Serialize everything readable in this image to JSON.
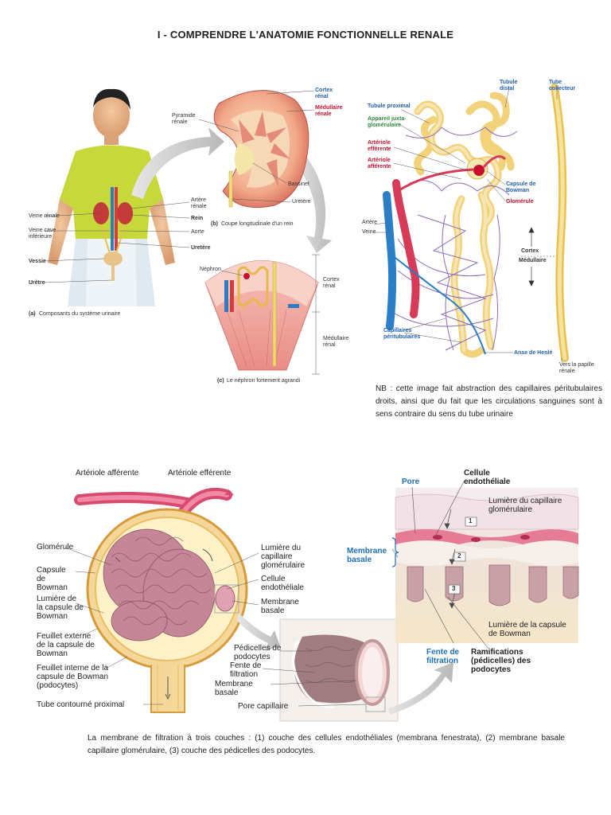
{
  "title": "I - COMPRENDRE L'ANATOMIE FONCTIONNELLE RENALE",
  "fig_a": {
    "caption_letter": "(a)",
    "caption": "Composants du système urinaire",
    "labels": {
      "veine_renale": "Veine rénale",
      "veine_cave": "Veine cave inférieure",
      "vessie": "Vessie",
      "uretre": "Urètre",
      "artere_renale": "Artère rénale",
      "rein": "Rein",
      "aorte": "Aorte",
      "uretere": "Uretère"
    }
  },
  "fig_b": {
    "caption_letter": "(b)",
    "caption": "Coupe longitudinale d'un rein",
    "labels": {
      "pyramide": "Pyramide rénale",
      "cortex": "Cortex rénal",
      "medullaire": "Médullaire rénale",
      "bassinet": "Bassinet",
      "uretere": "Uretère"
    }
  },
  "fig_c": {
    "caption_letter": "(c)",
    "caption": "Le néphron fortement agrandi",
    "labels": {
      "nephron": "Néphron",
      "cortex": "Cortex rénal",
      "medullaire": "Médullaire rénal"
    }
  },
  "fig_d": {
    "labels": {
      "tubule_proximal": "Tubule proximal",
      "appareil": "Appareil juxta-glomérulaire",
      "arteriole_eff": "Artériole efférente",
      "arteriole_aff": "Artériole afférente",
      "artere": "Artère",
      "veine": "Veine",
      "capillaires": "Capillaires péritubulaires",
      "tubule_distal": "Tubule distal",
      "tube_collecteur": "Tube collecteur",
      "capsule": "Capsule de Bowman",
      "glomerule": "Glomérule",
      "cortex": "Cortex",
      "medullaire": "Médullaire",
      "anse": "Anse de Henlé",
      "papille": "Vers la papille rénale"
    }
  },
  "note": "NB : cette image fait abstraction des capillaires péritubulaires droits, ainsi que du fait que les circulations sanguines sont à sens contraire du sens du tube urinaire",
  "fig_e": {
    "labels": {
      "arteriole_aff": "Artériole afférente",
      "arteriole_eff": "Artériole efférente",
      "glomerule": "Glomérule",
      "capsule": "Capsule de Bowman",
      "lumiere_capsule": "Lumière de la capsule de Bowman",
      "feuillet_externe": "Feuillet externe de la capsule de Bowman",
      "feuillet_interne": "Feuillet interne de la capsule de Bowman (podocytes)",
      "tube_proximal": "Tube contourné proximal",
      "lumiere_capillaire": "Lumière du capillaire glomérulaire",
      "cellule_endo": "Cellule endothéliale",
      "membrane_basale": "Membrane basale",
      "pedicelles": "Pédicelles de podocytes",
      "fente": "Fente de filtration",
      "membrane_basale2": "Membrane basale",
      "pore_capillaire": "Pore capillaire"
    }
  },
  "fig_f": {
    "labels": {
      "pore": "Pore",
      "cellule_endo": "Cellule endothéliale",
      "lumiere_capillaire": "Lumière du capillaire glomérulaire",
      "membrane_basale": "Membrane basale",
      "lumiere_capsule": "Lumière de la capsule de Bowman",
      "fente": "Fente de filtration",
      "ramifications": "Ramifications (pédicelles) des podocytes",
      "n1": "1",
      "n2": "2",
      "n3": "3"
    }
  },
  "caption": "La membrane de filtration à trois couches : (1) couche des cellules endothéliales (membrana fenestrata), (2) membrane basale capillaire glomérulaire, (3) couche des pédicelles des podocytes."
}
